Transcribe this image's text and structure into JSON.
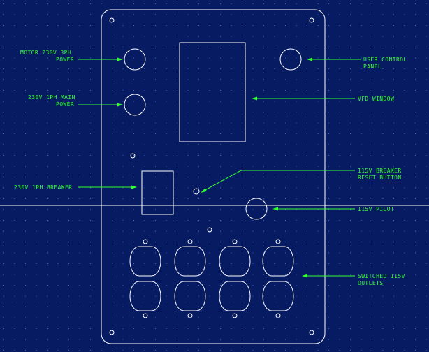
{
  "colors": {
    "background": "#071B62",
    "outline": "#FFFFFF",
    "annotation": "#33FF33",
    "grid_dot": "#4A6BD6"
  },
  "labels": {
    "motor_power": [
      "MOTOR 230V 3PH",
      "POWER"
    ],
    "main_power": [
      "230V 1PH MAIN",
      "POWER"
    ],
    "breaker_1ph": [
      "230V 1PH BREAKER"
    ],
    "user_panel": [
      "USER CONTROL",
      "PANEL"
    ],
    "vfd_window": [
      "VFD WINDOW"
    ],
    "breaker_reset": [
      "115V BREAKER",
      "RESET BUTTON"
    ],
    "pilot": [
      "115V PILOT"
    ],
    "outlets": [
      "SWITCHED 115V",
      "OUTLETS"
    ]
  }
}
